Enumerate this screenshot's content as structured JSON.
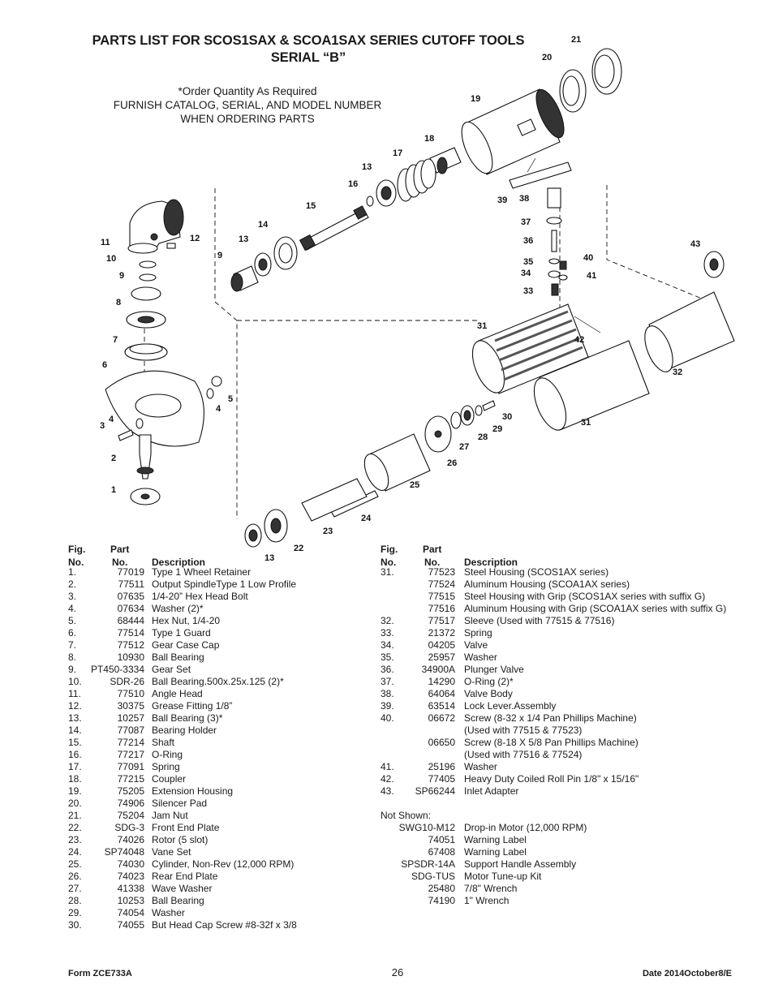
{
  "header": {
    "title_line1": "PARTS LIST FOR SCOS1SAX & SCOA1SAX SERIES CUTOFF TOOLS",
    "title_line2": "SERIAL “B”",
    "note_line1": "*Order Quantity As Required",
    "note_line2": "FURNISH CATALOG, SERIAL, AND MODEL NUMBER",
    "note_line3": "WHEN ORDERING PARTS"
  },
  "table_headers": {
    "fig_top": "Fig.",
    "fig_bottom": "No.",
    "part_top": "Part",
    "part_bottom": "No.",
    "description": "Description"
  },
  "left_parts": [
    {
      "fig": "1.",
      "part": "77019",
      "desc": "Type 1 Wheel Retainer"
    },
    {
      "fig": "2.",
      "part": "77511",
      "desc": "Output SpindleType 1 Low Profile"
    },
    {
      "fig": "3.",
      "part": "07635",
      "desc": "1/4-20” Hex Head Bolt"
    },
    {
      "fig": "4.",
      "part": "07634",
      "desc": "Washer (2)*"
    },
    {
      "fig": "5.",
      "part": "68444",
      "desc": "Hex Nut, 1/4-20"
    },
    {
      "fig": "6.",
      "part": "77514",
      "desc": "Type 1 Guard"
    },
    {
      "fig": "7.",
      "part": "77512",
      "desc": "Gear Case Cap"
    },
    {
      "fig": "8.",
      "part": "10930",
      "desc": "Ball Bearing"
    },
    {
      "fig": "9.",
      "part": "PT450-3334",
      "desc": "Gear Set"
    },
    {
      "fig": "10.",
      "part": "SDR-26",
      "desc": "Ball Bearing.500x.25x.125 (2)*"
    },
    {
      "fig": "11.",
      "part": "77510",
      "desc": "Angle Head"
    },
    {
      "fig": "12.",
      "part": "30375",
      "desc": "Grease Fitting 1/8”"
    },
    {
      "fig": "13.",
      "part": "10257",
      "desc": "Ball Bearing (3)*"
    },
    {
      "fig": "14.",
      "part": "77087",
      "desc": "Bearing Holder"
    },
    {
      "fig": "15.",
      "part": "77214",
      "desc": "Shaft"
    },
    {
      "fig": "16.",
      "part": "77217",
      "desc": "O-Ring"
    },
    {
      "fig": "17.",
      "part": "77091",
      "desc": "Spring"
    },
    {
      "fig": "18.",
      "part": "77215",
      "desc": "Coupler"
    },
    {
      "fig": "19.",
      "part": "75205",
      "desc": "Extension Housing"
    },
    {
      "fig": "20.",
      "part": "74906",
      "desc": "Silencer Pad"
    },
    {
      "fig": "21.",
      "part": "75204",
      "desc": "Jam Nut"
    },
    {
      "fig": "22.",
      "part": "SDG-3",
      "desc": "Front End Plate"
    },
    {
      "fig": "23.",
      "part": "74026",
      "desc": "Rotor (5 slot)"
    },
    {
      "fig": "24.",
      "part": "SP74048",
      "desc": "Vane Set"
    },
    {
      "fig": "25.",
      "part": "74030",
      "desc": "Cylinder, Non-Rev (12,000 RPM)"
    },
    {
      "fig": "26.",
      "part": "74023",
      "desc": "Rear End Plate"
    },
    {
      "fig": "27.",
      "part": "41338",
      "desc": "Wave Washer"
    },
    {
      "fig": "28.",
      "part": "10253",
      "desc": "Ball Bearing"
    },
    {
      "fig": "29.",
      "part": "74054",
      "desc": "Washer"
    },
    {
      "fig": "30.",
      "part": "74055",
      "desc": "But Head Cap Screw #8-32f x 3/8"
    }
  ],
  "right_parts": [
    {
      "fig": "31.",
      "part": "77523",
      "desc": "Steel Housing (SCOS1AX series)"
    },
    {
      "fig": "",
      "part": "77524",
      "desc": "Aluminum Housing (SCOA1AX series)"
    },
    {
      "fig": "",
      "part": "77515",
      "desc": "Steel Housing with Grip (SCOS1AX series with suffix G)"
    },
    {
      "fig": "",
      "part": "77516",
      "desc": "Aluminum Housing with Grip (SCOA1AX series with suffix G)"
    },
    {
      "fig": "32.",
      "part": "77517",
      "desc": "Sleeve (Used with 77515 & 77516)"
    },
    {
      "fig": "33.",
      "part": "21372",
      "desc": "Spring"
    },
    {
      "fig": "34.",
      "part": "04205",
      "desc": "Valve"
    },
    {
      "fig": "35.",
      "part": "25957",
      "desc": "Washer"
    },
    {
      "fig": "36.",
      "part": "34900A",
      "desc": "Plunger Valve"
    },
    {
      "fig": "37.",
      "part": "14290",
      "desc": "O-Ring (2)*"
    },
    {
      "fig": "38.",
      "part": "64064",
      "desc": "Valve Body"
    },
    {
      "fig": "39.",
      "part": "63514",
      "desc": "Lock Lever.Assembly"
    },
    {
      "fig": "40.",
      "part": "06672",
      "desc": "Screw (8-32 x 1/4 Pan Phillips Machine)"
    },
    {
      "fig": "",
      "part": "",
      "desc": "(Used with 77515 & 77523)"
    },
    {
      "fig": "",
      "part": "06650",
      "desc": "Screw (8-18 X 5/8 Pan Phillips Machine)"
    },
    {
      "fig": "",
      "part": "",
      "desc": "(Used with 77516 & 77524)"
    },
    {
      "fig": "41.",
      "part": "25196",
      "desc": "Washer"
    },
    {
      "fig": "42.",
      "part": "77405",
      "desc": "Heavy Duty Coiled Roll Pin 1/8\" x 15/16\""
    },
    {
      "fig": "43.",
      "part": "SP66244",
      "desc": "Inlet Adapter"
    }
  ],
  "not_shown": {
    "label": "Not Shown:",
    "items": [
      {
        "part": "SWG10-M12",
        "desc": "Drop-in Motor (12,000 RPM)"
      },
      {
        "part": "74051",
        "desc": "Warning Label"
      },
      {
        "part": "67408",
        "desc": "Warning Label"
      },
      {
        "part": "SPSDR-14A",
        "desc": "Support Handle Assembly"
      },
      {
        "part": "SDG-TUS",
        "desc": "Motor Tune-up Kit"
      },
      {
        "part": "25480",
        "desc": "7/8\" Wrench"
      },
      {
        "part": "74190",
        "desc": "1\" Wrench"
      }
    ]
  },
  "callouts": [
    "21",
    "20",
    "19",
    "18",
    "17",
    "13",
    "16",
    "15",
    "14",
    "13",
    "12",
    "11",
    "10",
    "9",
    "9",
    "8",
    "7",
    "6",
    "5",
    "4",
    "4",
    "3",
    "2",
    "1",
    "39",
    "38",
    "37",
    "36",
    "35",
    "40",
    "34",
    "41",
    "33",
    "31",
    "42",
    "43",
    "32",
    "31",
    "30",
    "29",
    "28",
    "27",
    "26",
    "25",
    "24",
    "23",
    "22",
    "13"
  ],
  "footer": {
    "form": "Form ZCE733A",
    "page": "26",
    "date": "Date 2014October8/E"
  }
}
